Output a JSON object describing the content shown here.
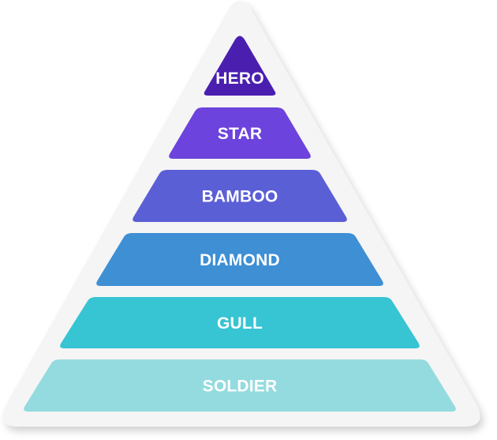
{
  "pyramid": {
    "tiers": [
      {
        "label": "HERO",
        "color": "#4a1fb0"
      },
      {
        "label": "STAR",
        "color": "#6c43dd"
      },
      {
        "label": "BAMBOO",
        "color": "#5b5fd6"
      },
      {
        "label": "DIAMOND",
        "color": "#3e8fd4"
      },
      {
        "label": "GULL",
        "color": "#37c4d3"
      },
      {
        "label": "SOLDIER",
        "color": "#93dbdf"
      }
    ],
    "background_color": "#f5f5f5"
  }
}
